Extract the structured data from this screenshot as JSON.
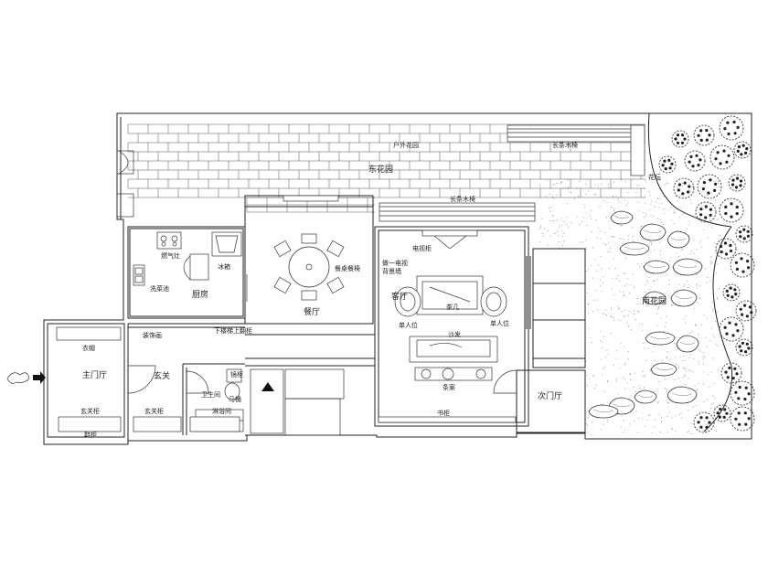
{
  "labels": {
    "outdoor_garden": "户外花园",
    "east_garden": "东花园",
    "long_bench_top": "长条木椅",
    "long_bench_mid": "长条木椅",
    "flower_bed": "花坛",
    "south_garden": "南花园",
    "gas_stove": "燃气灶",
    "fridge": "冰箱",
    "sink": "洗菜池",
    "kitchen": "厨房",
    "dining_table": "餐桌餐椅",
    "dining_room": "餐厅",
    "tv_cabinet": "电视柜",
    "tv_wall_1": "做一电视",
    "tv_wall_2": "背景墙",
    "living_room": "客厅",
    "coffee_table": "茶几",
    "single_sofa_left": "单人位",
    "single_sofa_right": "单人位",
    "sofa": "沙发",
    "side_table": "条案",
    "bookshelf": "书柜",
    "secondary_hall": "次门厅",
    "main_hall": "主门厅",
    "entry_cabinet_top": "衣帽",
    "entry_cabinet_bottom": "玄关柜",
    "foyer": "玄关",
    "foyer_cabinet": "玄关柜",
    "decor_cabinet": "装饰画",
    "stair_cabinet": "下楼梯上翻柜",
    "bathroom": "卫生间",
    "toilet": "马桶",
    "shower": "淋浴间",
    "mirror": "镜柜",
    "shoe_cabinet": "鞋柜"
  }
}
